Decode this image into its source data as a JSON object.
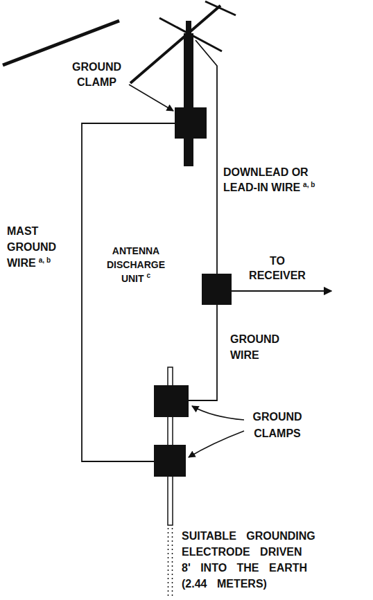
{
  "diagram": {
    "labels": [
      "GROUND CLAMP",
      "DOWNLEAD OR LEAD-IN WIRE",
      "a, b",
      "MAST GROUND WIRE",
      "a, b",
      "ANTENNA DISCHARGE UNIT",
      "c",
      "TO RECEIVER",
      "GROUND WIRE",
      "GROUND CLAMPS",
      "SUITABLE GROUNDING ELECTRODE DRIVEN 8' INTO THE EARTH (2.44 METERS)"
    ]
  }
}
